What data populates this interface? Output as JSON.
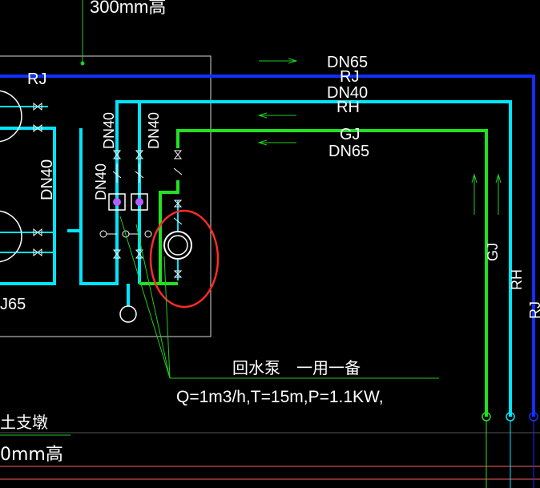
{
  "labels": {
    "top_height": "300mm高",
    "rj_left": "RJ",
    "rj_main": "RJ",
    "dn65_top": "DN65",
    "dn40_rh": "DN40",
    "rh_main": "RH",
    "gj_main": "GJ",
    "dn65_gj": "DN65",
    "dn40_left": "DN40",
    "dn40_v1": "DN40",
    "dn40_v2": "DN40",
    "dn40_v3": "DN40",
    "dn65_bottom": "J65",
    "gj_vert": "GJ",
    "rh_vert": "RH",
    "rj_vert": "RJ",
    "pump_title": "回水泵　一用一备",
    "pump_spec": "Q=1m3/h,T=15m,P=1.1KW,",
    "support": "土支墩",
    "bottom_height": "0mm高"
  },
  "colors": {
    "background": "#000000",
    "rj_pipe": "#1030ff",
    "rh_pipe": "#00e5ff",
    "gj_pipe": "#22e022",
    "annotation_circle": "#ff2a2a",
    "frame_line": "#d8d8d8",
    "leader_line": "#22cc22",
    "bottom_line": "#ff6060"
  }
}
